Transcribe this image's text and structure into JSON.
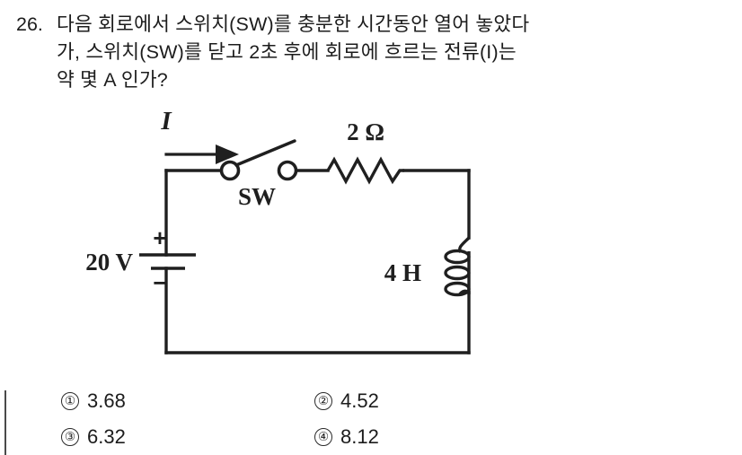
{
  "question": {
    "number": "26.",
    "lines": [
      "다음 회로에서 스위치(SW)를 충분한 시간동안 열어 놓았다",
      "가, 스위치(SW)를 닫고 2초 후에 회로에 흐르는 전류(I)는",
      "약 몇 A 인가?"
    ]
  },
  "figure": {
    "current_label": "I",
    "switch_label": "SW",
    "resistor_label": "2 Ω",
    "inductor_label": "4 H",
    "source_label": "20 V",
    "polarity_plus": "+",
    "polarity_minus": "−",
    "stroke_color": "#1f1f1f"
  },
  "answers": [
    {
      "marker": "①",
      "value": "3.68"
    },
    {
      "marker": "②",
      "value": "4.52"
    },
    {
      "marker": "③",
      "value": "6.32"
    },
    {
      "marker": "④",
      "value": "8.12"
    }
  ]
}
